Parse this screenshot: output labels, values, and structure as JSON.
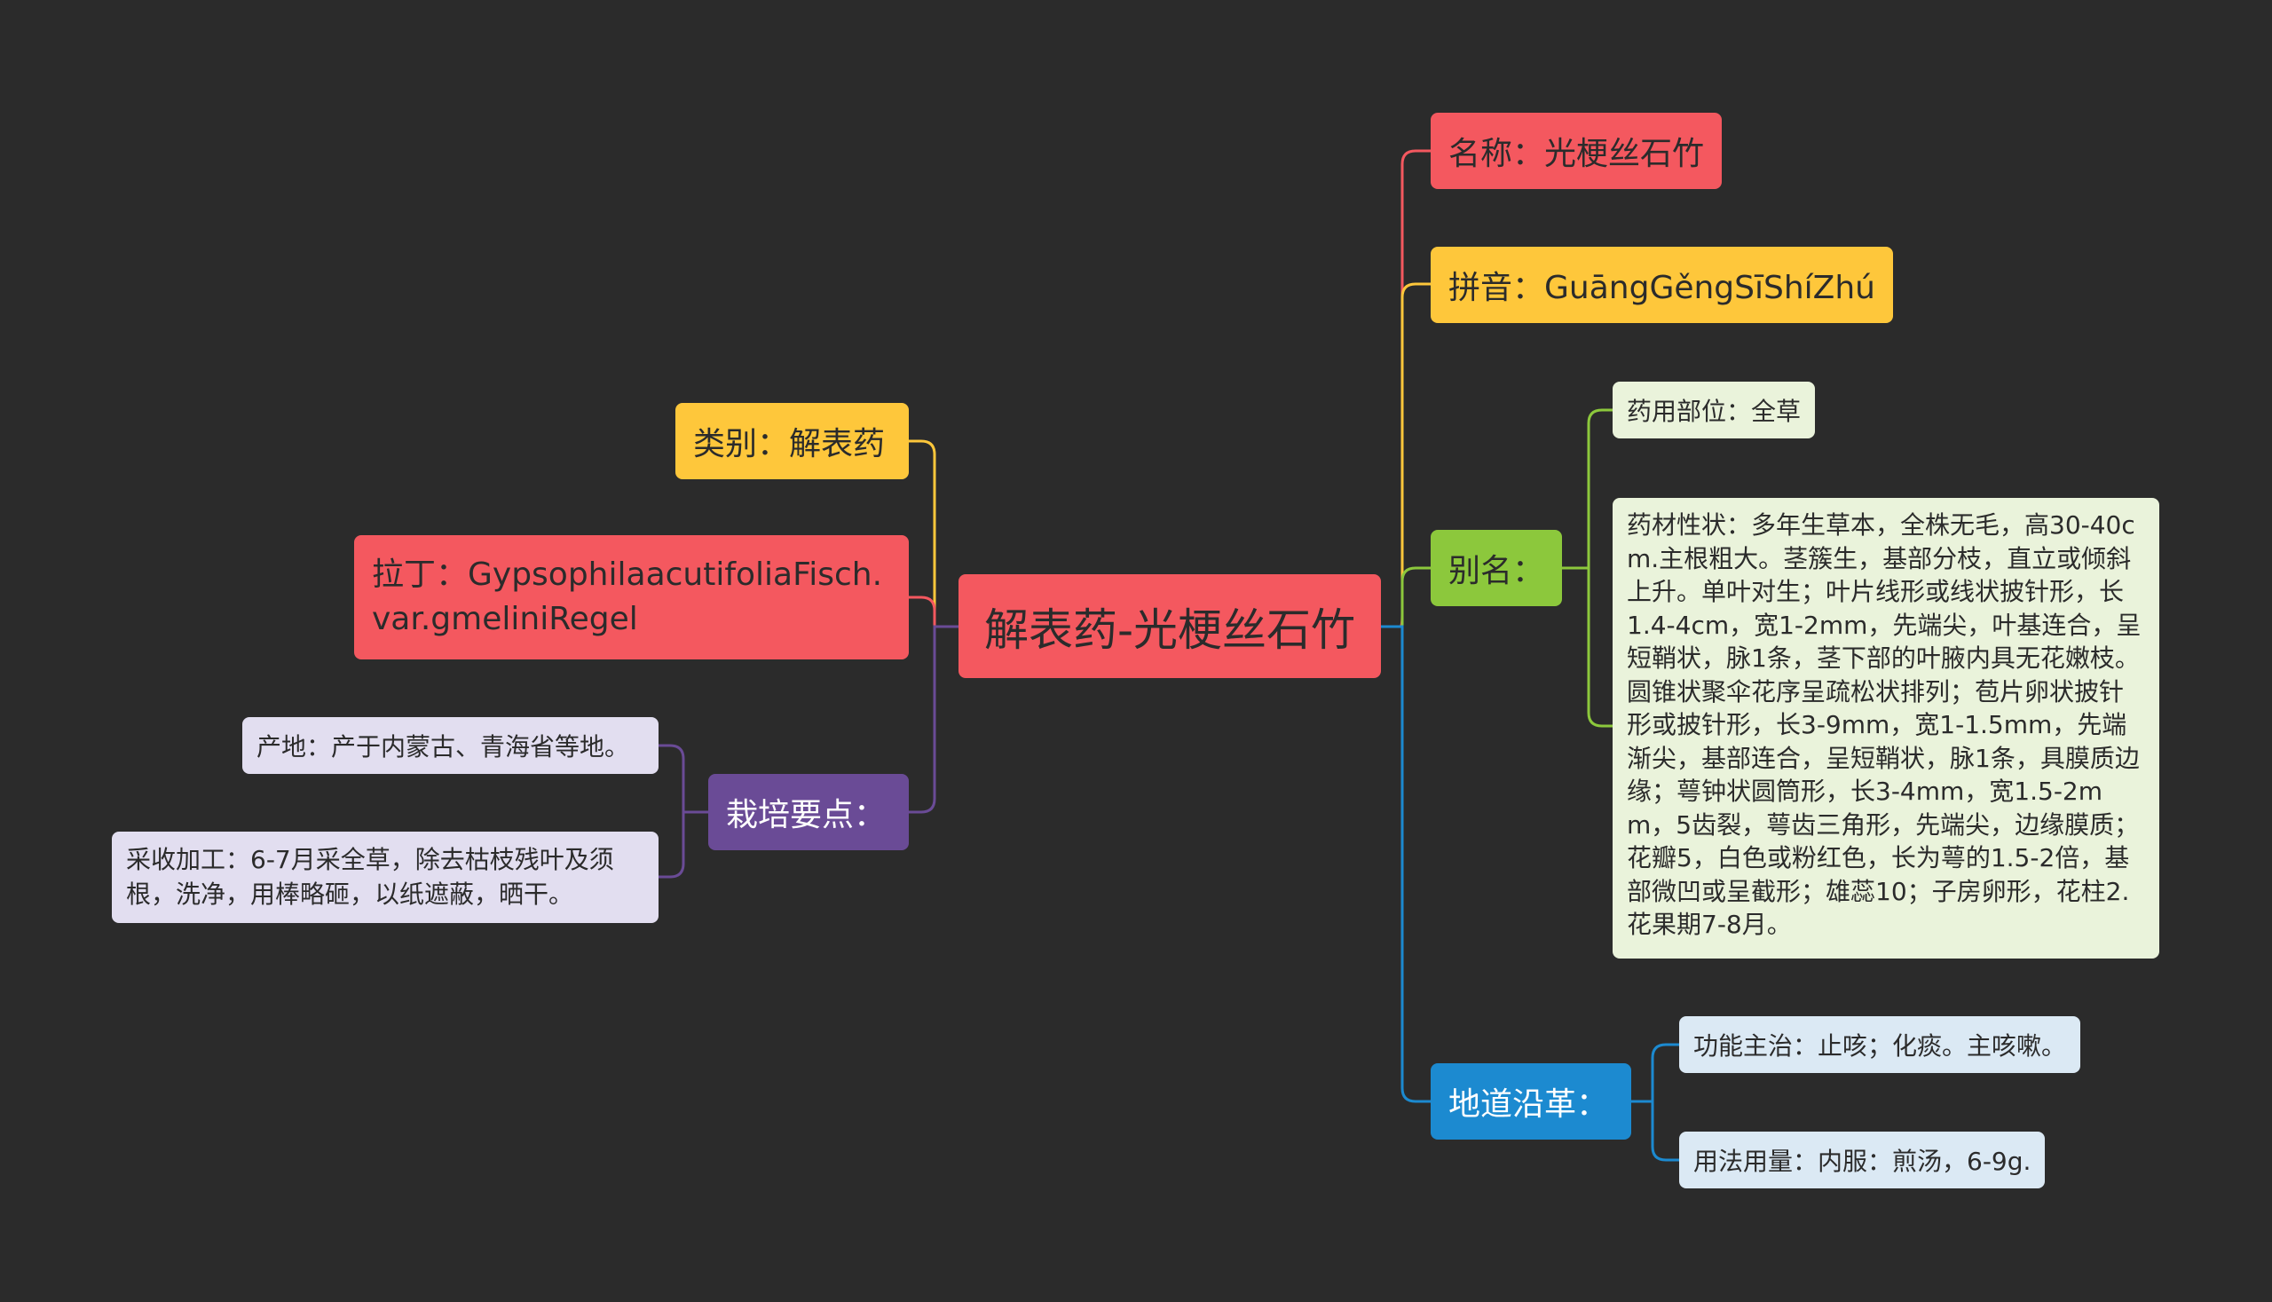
{
  "root": {
    "label": "解表药-光梗丝石竹"
  },
  "right": {
    "name": {
      "label": "名称：光梗丝石竹"
    },
    "pinyin": {
      "label": "拼音：GuāngGěngSīShíZhú"
    },
    "alias": {
      "label": "别名：",
      "children": [
        "药用部位：全草",
        "药材性状：多年生草本，全株无毛，高30-40cm.主根粗大。茎簇生，基部分枝，直立或倾斜上升。单叶对生；叶片线形或线状披针形，长1.4-4cm，宽1-2mm，先端尖，叶基连合，呈短鞘状，脉1条，茎下部的叶腋内具无花嫩枝。圆锥状聚伞花序呈疏松状排列；苞片卵状披针形或披针形，长3-9mm，宽1-1.5mm，先端渐尖，基部连合，呈短鞘状，脉1条，具膜质边缘；萼钟状圆筒形，长3-4mm，宽1.5-2mm，5齿裂，萼齿三角形，先端尖，边缘膜质；花瓣5，白色或粉红色，长为萼的1.5-2倍，基部微凹或呈截形；雄蕊10；子房卵形，花柱2.花果期7-8月。"
      ]
    },
    "origin": {
      "label": "地道沿革：",
      "children": [
        "功能主治：止咳；化痰。主咳嗽。",
        "用法用量：内服：煎汤，6-9g."
      ]
    }
  },
  "left": {
    "category": {
      "label": "类别：解表药"
    },
    "latin": {
      "label": "拉丁：GypsophilaacutifoliaFisch.var.gmeliniRegel"
    },
    "cultivation": {
      "label": "栽培要点：",
      "children": [
        "产地：产于内蒙古、青海省等地。",
        "采收加工：6-7月采全草，除去枯枝残叶及须根，洗净，用棒略砸，以纸遮蔽，晒干。"
      ]
    }
  },
  "colors": {
    "background": "#2b2b2b",
    "red": "#f4585f",
    "yellow": "#fec73b",
    "green": "#8cc83c",
    "blue": "#1c8ad0",
    "purple": "#6a4b96"
  }
}
